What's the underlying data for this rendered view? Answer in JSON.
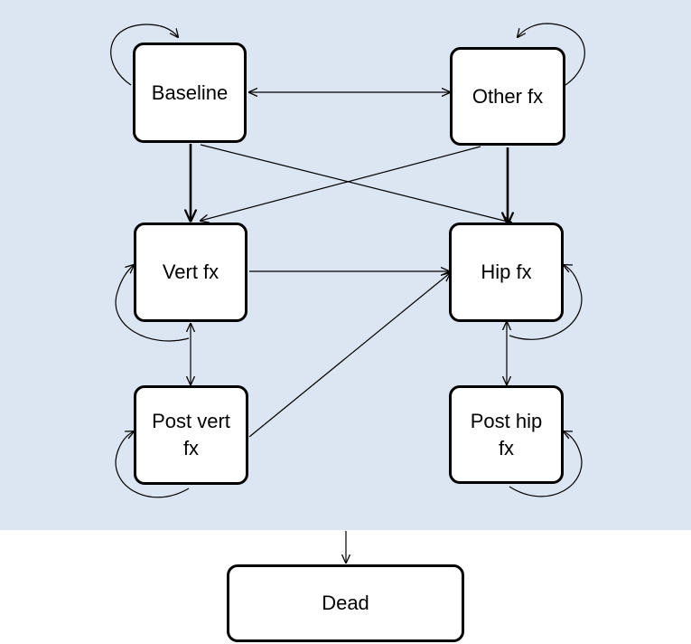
{
  "colors": {
    "panel_background": "#dce6f2",
    "node_fill": "#ffffff",
    "node_border": "#000000",
    "edge": "#000000"
  },
  "nodes": {
    "baseline": {
      "label": "Baseline"
    },
    "other_fx": {
      "label": "Other fx"
    },
    "vert_fx": {
      "label": "Vert fx"
    },
    "hip_fx": {
      "label": "Hip fx"
    },
    "post_vert_fx": {
      "label_line1": "Post vert",
      "label_line2": "fx"
    },
    "post_hip_fx": {
      "label_line1": "Post hip",
      "label_line2": "fx"
    },
    "dead": {
      "label": "Dead"
    }
  },
  "edges": [
    {
      "from": "baseline",
      "to": "other_fx",
      "type": "bidirectional"
    },
    {
      "from": "baseline",
      "to": "vert_fx",
      "type": "directed",
      "weight": "bold"
    },
    {
      "from": "baseline",
      "to": "hip_fx",
      "type": "directed"
    },
    {
      "from": "other_fx",
      "to": "vert_fx",
      "type": "directed"
    },
    {
      "from": "other_fx",
      "to": "hip_fx",
      "type": "directed",
      "weight": "bold"
    },
    {
      "from": "vert_fx",
      "to": "hip_fx",
      "type": "directed"
    },
    {
      "from": "vert_fx",
      "to": "post_vert_fx",
      "type": "bidirectional"
    },
    {
      "from": "hip_fx",
      "to": "post_hip_fx",
      "type": "bidirectional"
    },
    {
      "from": "post_vert_fx",
      "to": "hip_fx",
      "type": "directed"
    },
    {
      "from": "panel",
      "to": "dead",
      "type": "directed"
    },
    {
      "from": "baseline",
      "to": "baseline",
      "type": "self-loop"
    },
    {
      "from": "other_fx",
      "to": "other_fx",
      "type": "self-loop"
    },
    {
      "from": "vert_fx",
      "to": "vert_fx",
      "type": "self-loop"
    },
    {
      "from": "hip_fx",
      "to": "hip_fx",
      "type": "self-loop"
    },
    {
      "from": "post_vert_fx",
      "to": "post_vert_fx",
      "type": "self-loop"
    },
    {
      "from": "post_hip_fx",
      "to": "post_hip_fx",
      "type": "self-loop"
    }
  ]
}
